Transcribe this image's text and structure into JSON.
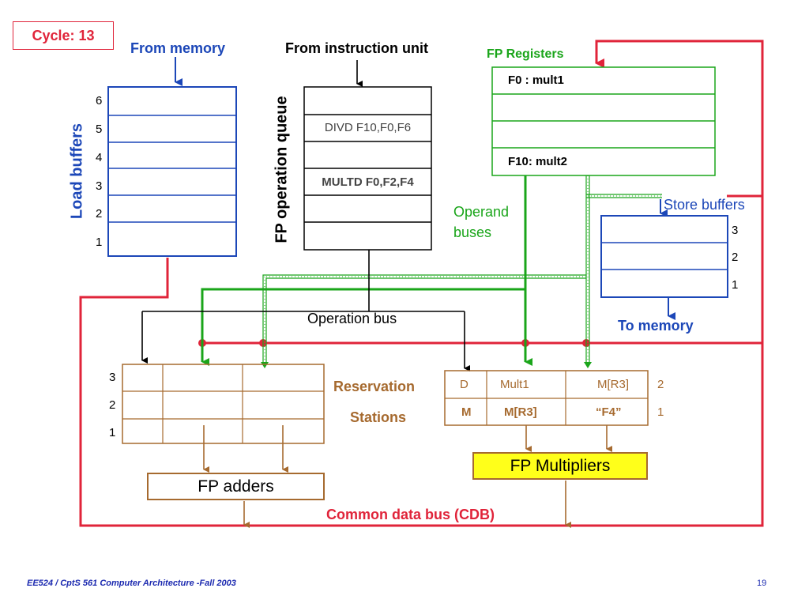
{
  "cycle_label": "Cycle: 13",
  "labels": {
    "from_memory": "From memory",
    "from_instruction_unit": "From instruction unit",
    "fp_registers": "FP Registers",
    "load_buffers": "Load buffers",
    "fp_operation_queue": "FP operation queue",
    "operand_buses_line1": "Operand",
    "operand_buses_line2": "buses",
    "store_buffers": "Store buffers",
    "to_memory": "To memory",
    "operation_bus": "Operation bus",
    "reservation": "Reservation",
    "stations": "Stations",
    "fp_adders": "FP adders",
    "fp_multipliers": "FP Multipliers",
    "cdb": "Common data bus (CDB)"
  },
  "load_buffers": [
    "6",
    "5",
    "4",
    "3",
    "2",
    "1"
  ],
  "op_queue": [
    "",
    "DIVD F10,F0,F6",
    "",
    "MULTD F0,F2,F4",
    "",
    ""
  ],
  "fp_registers": [
    "F0 : mult1",
    "",
    "",
    "F10: mult2"
  ],
  "store_buffers": [
    "3",
    "2",
    "1"
  ],
  "adder_rs": {
    "numbers": [
      "3",
      "2",
      "1"
    ]
  },
  "mult_rs": {
    "rows": [
      {
        "op": "D",
        "src1": "Mult1",
        "src2": "M[R3]",
        "num": "2"
      },
      {
        "op": "M",
        "src1": "M[R3]",
        "src2": "“F4”",
        "num": "1"
      }
    ]
  },
  "footer": {
    "course": "EE524 / CptS 561 Computer Architecture  -Fall 2003",
    "page": "19"
  },
  "colors": {
    "red": "#e0243a",
    "blue": "#1c47b8",
    "green": "#1aa51a",
    "brown": "#a66a2f",
    "yellow": "#ffff1a"
  }
}
